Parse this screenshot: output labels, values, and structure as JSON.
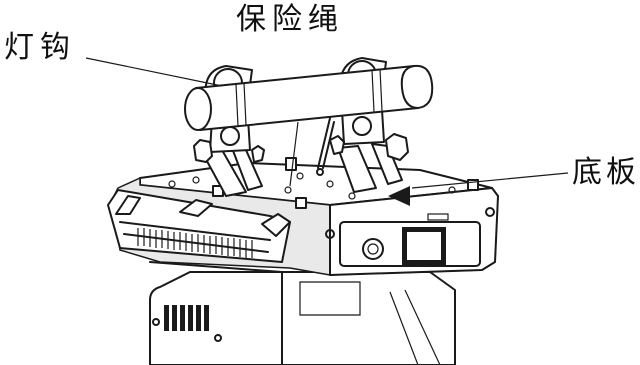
{
  "labels": {
    "safety_rope": "保险绳",
    "clamp": "灯钩",
    "base_plate": "底板"
  }
}
